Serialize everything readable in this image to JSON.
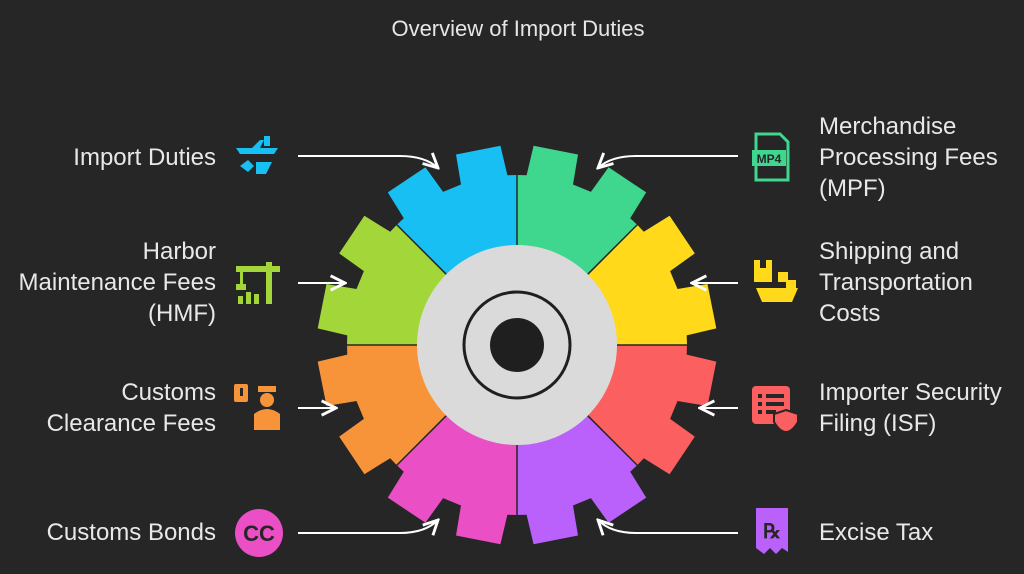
{
  "title": "Overview of Import Duties",
  "items": [
    {
      "id": "import-duties",
      "lines": [
        "Import Duties"
      ],
      "color": "#18bff2",
      "icon": "plane-ship-icon"
    },
    {
      "id": "hmf",
      "lines": [
        "Harbor",
        "Maintenance Fees",
        "(HMF)"
      ],
      "color": "#a3d639",
      "icon": "crane-icon"
    },
    {
      "id": "customs-clearance",
      "lines": [
        "Customs",
        "Clearance Fees"
      ],
      "color": "#f7943a",
      "icon": "customs-officer-icon"
    },
    {
      "id": "customs-bonds",
      "lines": [
        "Customs Bonds"
      ],
      "color": "#ea4fc5",
      "icon": "cc-icon"
    },
    {
      "id": "mpf",
      "lines": [
        "Merchandise",
        "Processing Fees",
        "(MPF)"
      ],
      "color": "#3ed78d",
      "icon": "mp4-file-icon"
    },
    {
      "id": "shipping",
      "lines": [
        "Shipping and",
        "Transportation",
        "Costs"
      ],
      "color": "#ffd91a",
      "icon": "cargo-ship-icon"
    },
    {
      "id": "isf",
      "lines": [
        "Importer Security",
        "Filing (ISF)"
      ],
      "color": "#fb5f5f",
      "icon": "secure-document-icon"
    },
    {
      "id": "excise",
      "lines": [
        "Excise Tax"
      ],
      "color": "#b961fa",
      "icon": "prescription-icon"
    }
  ]
}
